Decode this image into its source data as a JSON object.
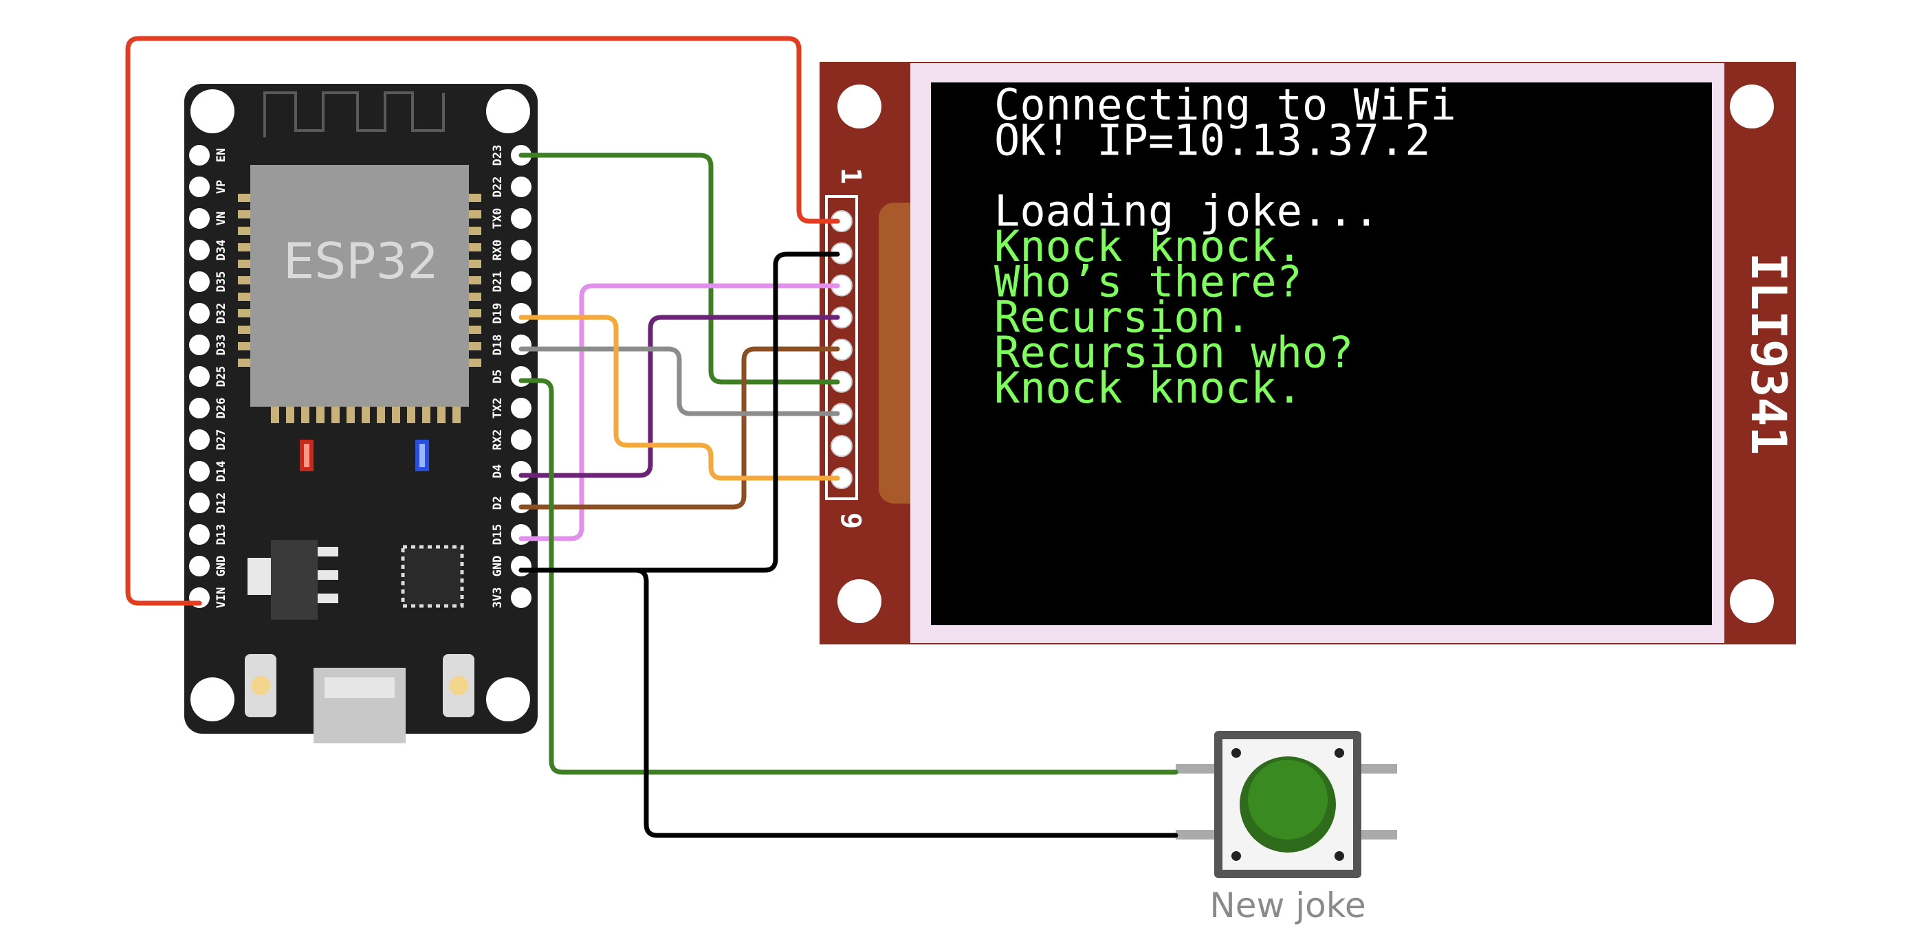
{
  "esp32": {
    "chip_label": "ESP32",
    "left_pins": [
      "EN",
      "VP",
      "VN",
      "D34",
      "D35",
      "D32",
      "D33",
      "D25",
      "D26",
      "D27",
      "D14",
      "D12",
      "D13",
      "GND",
      "VIN"
    ],
    "right_pins": [
      "D23",
      "D22",
      "TX0",
      "RX0",
      "D21",
      "D19",
      "D18",
      "D5",
      "TX2",
      "RX2",
      "D4",
      "D2",
      "D15",
      "GND",
      "3V3"
    ]
  },
  "display": {
    "name": "ILI9341",
    "header_first": "1",
    "header_last": "9",
    "screen_lines": [
      {
        "text": "Connecting to WiFi",
        "color": "#ffffff"
      },
      {
        "text": "OK! IP=10.13.37.2",
        "color": "#ffffff"
      },
      {
        "text": "",
        "color": "#ffffff"
      },
      {
        "text": "Loading joke...",
        "color": "#ffffff"
      },
      {
        "text": "Knock knock.",
        "color": "#7dff5a"
      },
      {
        "text": "Who’s there?",
        "color": "#7dff5a"
      },
      {
        "text": "Recursion.",
        "color": "#7dff5a"
      },
      {
        "text": "Recursion who?",
        "color": "#7dff5a"
      },
      {
        "text": "Knock knock.",
        "color": "#7dff5a"
      }
    ]
  },
  "button": {
    "label": "New joke"
  },
  "colors": {
    "board": "#1f1f1f",
    "display_pcb": "#8b2a1e",
    "display_frame": "#f2dff0",
    "screen_bg": "#000000",
    "text_green": "#7dff5a",
    "wire_red": "#e53b1f",
    "wire_green": "#3f7f24",
    "wire_pink": "#e38fee",
    "wire_purple": "#6b2378",
    "wire_brown": "#8b4f23",
    "wire_gray": "#8c8c8c",
    "wire_orange": "#f5a93a",
    "wire_black": "#000000",
    "button_cap": "#3a8a22"
  }
}
